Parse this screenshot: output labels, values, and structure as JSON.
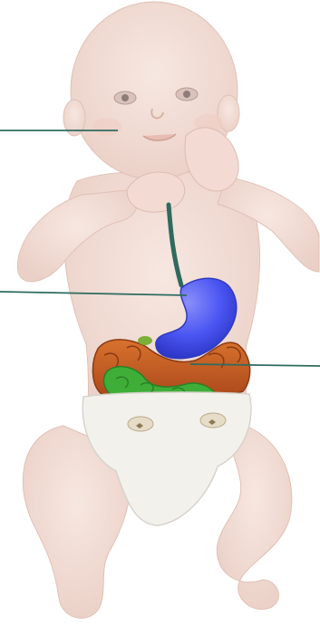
{
  "diagram": {
    "subject": "baby-digestive-system",
    "leader_lines": [
      {
        "name": "mouth"
      },
      {
        "name": "stomach"
      },
      {
        "name": "intestines"
      }
    ]
  },
  "colors": {
    "skin": "#f3dcd4",
    "skin_shadow": "#e4c4b9",
    "diaper": "#f3f1ec",
    "esophagus": "#2f6a5e",
    "stomach": "#4a55f2",
    "large_intestine": "#c8581c",
    "small_intestine": "#3fae38",
    "leader": "#2e6b60"
  }
}
